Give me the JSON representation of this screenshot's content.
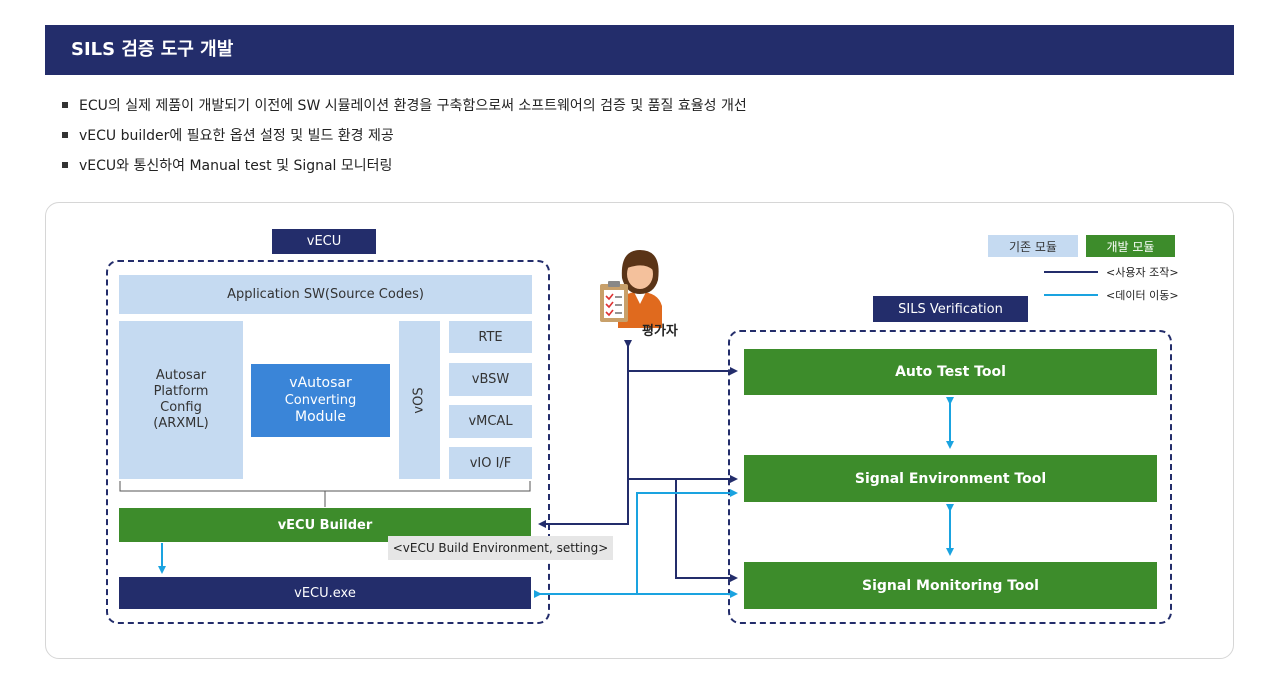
{
  "header": {
    "title": "SILS 검증 도구 개발"
  },
  "bullets": [
    "ECU의 실제 제품이 개발되기 이전에 SW 시뮬레이션 환경을 구축함으로써 소프트웨어의 검증 및 품질 효율성 개선",
    "vECU builder에 필요한 옵션 설정 및 빌드 환경 제공",
    "vECU와 통신하여 Manual test 및 Signal 모니터링"
  ],
  "legend": {
    "existing_module": "기존 모듈",
    "dev_module": "개발 모듈",
    "user_operation": "<사용자 조작>",
    "data_movement": "<데이터 이동>"
  },
  "vecu": {
    "group_label": "vECU",
    "application_sw": "Application SW(Source Codes)",
    "autosar_config": [
      "Autosar",
      "Platform",
      "Config",
      "(ARXML)"
    ],
    "vautosar": [
      "vAutosar",
      "Converting",
      "Module"
    ],
    "vos": "vOS",
    "rte": "RTE",
    "vbsw": "vBSW",
    "vmcal": "vMCAL",
    "vio": "vIO I/F",
    "builder": "vECU Builder",
    "exe": "vECU.exe",
    "build_note": "<vECU Build Environment, setting>"
  },
  "evaluator": {
    "label": "평가자",
    "icon": "evaluator-person-icon"
  },
  "sils": {
    "group_label": "SILS Verification",
    "auto_test": "Auto Test Tool",
    "signal_env": "Signal Environment Tool",
    "signal_mon": "Signal Monitoring Tool"
  },
  "colors": {
    "header": "#232d6b",
    "existing": "#c5daf1",
    "dev": "#3d8c2b",
    "navy_arrow": "#232d6b",
    "cyan_arrow": "#1aa3e0",
    "vautosar": "#3a85d8"
  }
}
